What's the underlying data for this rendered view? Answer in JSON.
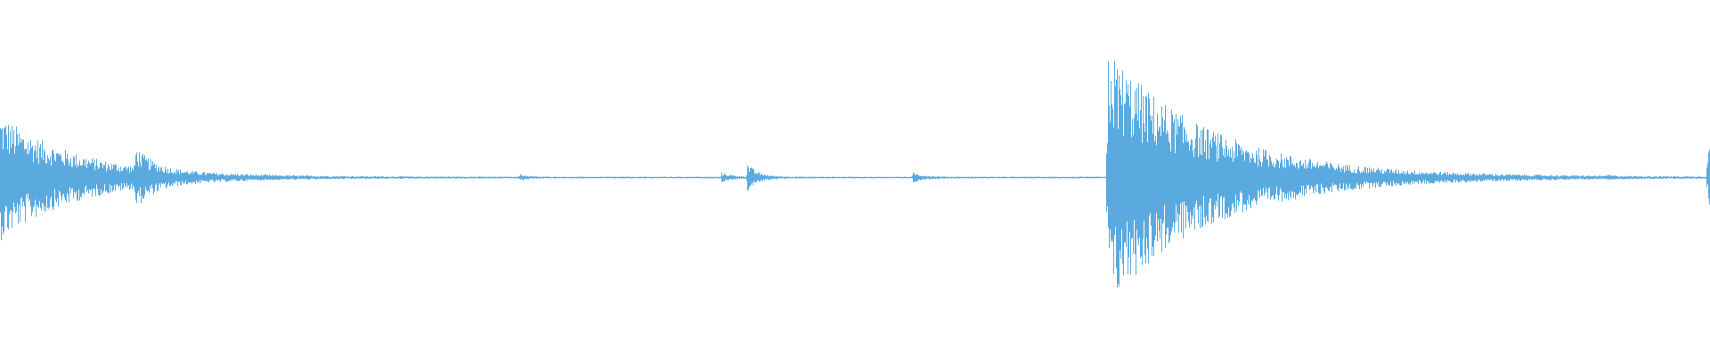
{
  "waveform": {
    "color": "#5aaae0",
    "background": "#ffffff",
    "duration_fraction_events": [
      {
        "t": 0.0,
        "amp": 0.42,
        "decay": 0.045
      },
      {
        "t": 0.079,
        "amp": 0.14,
        "decay": 0.01
      },
      {
        "t": 0.304,
        "amp": 0.02,
        "decay": 0.004
      },
      {
        "t": 0.422,
        "amp": 0.03,
        "decay": 0.006
      },
      {
        "t": 0.437,
        "amp": 0.09,
        "decay": 0.006
      },
      {
        "t": 0.534,
        "amp": 0.03,
        "decay": 0.006
      },
      {
        "t": 0.648,
        "amp": 0.86,
        "decay": 0.06
      },
      {
        "t": 0.94,
        "amp": 0.01,
        "decay": 0.003
      },
      {
        "t": 0.999,
        "amp": 0.32,
        "decay": 0.004
      }
    ],
    "baseline_amplitude": 0.006
  }
}
